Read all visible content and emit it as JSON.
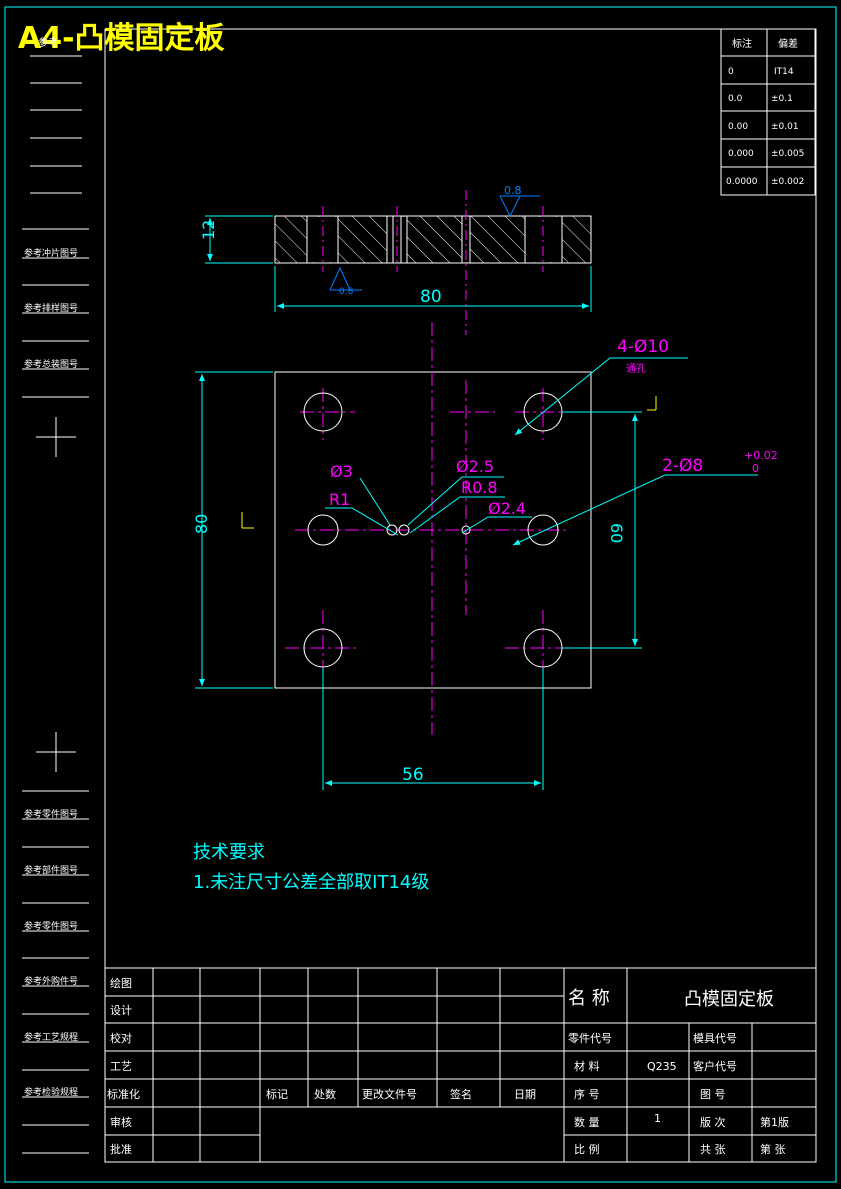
{
  "sheet": {
    "title": "A4-凸模固定板",
    "title_color": "#ffff00",
    "frame_color": "#00ffff",
    "line_color": "#ffffff"
  },
  "tolerance_table": {
    "headers": [
      "标注",
      "偏差"
    ],
    "rows": [
      [
        "0",
        "IT14"
      ],
      [
        "0.0",
        "±0.1"
      ],
      [
        "0.00",
        "±0.01"
      ],
      [
        "0.000",
        "±0.005"
      ],
      [
        "0.0000",
        "±0.002"
      ]
    ]
  },
  "left_refs": {
    "top_label": "参考",
    "items": [
      "参考冲片图号",
      "参考排样图号",
      "参考总装图号"
    ],
    "lower_items": [
      "参考零件图号",
      "参考部件图号",
      "参考零件图号",
      "参考外购件号",
      "参考工艺规程",
      "参考检验规程"
    ]
  },
  "section_view": {
    "thickness_dim": "12",
    "width_dim": "80",
    "roughness_top": "0.8",
    "roughness_bottom": "0.8"
  },
  "plan_view": {
    "width_dim": "80",
    "height_dim": "80",
    "hole_spacing_v": "60",
    "hole_spacing_h": "56",
    "callouts": {
      "four_holes": "4-Ø10",
      "four_holes_note": "通孔",
      "two_holes": "2-Ø8",
      "two_holes_tol_upper": "+0.02",
      "two_holes_tol_lower": "0",
      "d3": "Ø3",
      "r1": "R1",
      "d25": "Ø2.5",
      "r08": "R0.8",
      "d24": "Ø2.4"
    }
  },
  "tech_requirements": {
    "title": "技术要求",
    "items": [
      "1.未注尺寸公差全部取IT14级"
    ]
  },
  "title_block": {
    "left_labels": [
      "绘图",
      "设计",
      "校对",
      "工艺",
      "标准化",
      "审核",
      "批准"
    ],
    "change_headers": [
      "标记",
      "处数",
      "更改文件号",
      "签名",
      "日期"
    ],
    "name_label": "名 称",
    "part_name": "凸模固定板",
    "rows": [
      {
        "l1": "零件代号",
        "v1": "",
        "l2": "模具代号",
        "v2": ""
      },
      {
        "l1": "材 料",
        "v1": "Q235",
        "l2": "客户代号",
        "v2": ""
      },
      {
        "l1": "序 号",
        "v1": "",
        "l2": "图 号",
        "v2": ""
      },
      {
        "l1": "数 量",
        "v1": "1",
        "l2": "版 次",
        "v2": "第1版"
      },
      {
        "l1": "比 例",
        "v1": "",
        "l2": "共 张",
        "v2": "第 张"
      }
    ]
  }
}
